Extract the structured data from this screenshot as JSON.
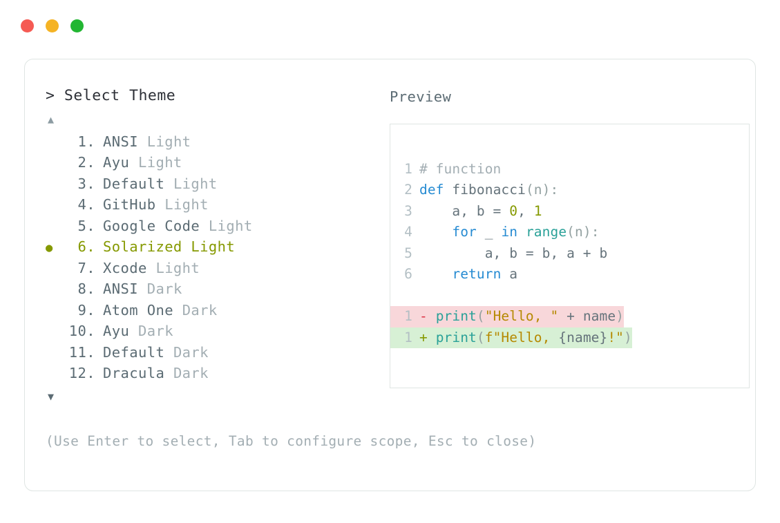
{
  "window": {
    "dots": [
      {
        "name": "close",
        "color": "#f55a53"
      },
      {
        "name": "minimize",
        "color": "#f5b324"
      },
      {
        "name": "maximize",
        "color": "#22b632"
      }
    ]
  },
  "selector": {
    "prompt": "> Select Theme",
    "scroll_up_icon": "▲",
    "scroll_down_icon": "▼",
    "selected_index": 6,
    "selected_bullet": "●",
    "items": [
      {
        "number": "1.",
        "name": "ANSI",
        "variant": "Light",
        "selected": false,
        "bullet": ""
      },
      {
        "number": "2.",
        "name": "Ayu",
        "variant": "Light",
        "selected": false,
        "bullet": ""
      },
      {
        "number": "3.",
        "name": "Default",
        "variant": "Light",
        "selected": false,
        "bullet": ""
      },
      {
        "number": "4.",
        "name": "GitHub",
        "variant": "Light",
        "selected": false,
        "bullet": ""
      },
      {
        "number": "5.",
        "name": "Google Code",
        "variant": "Light",
        "selected": false,
        "bullet": ""
      },
      {
        "number": "6.",
        "name": "Solarized",
        "variant": "Light",
        "selected": true,
        "bullet": "●"
      },
      {
        "number": "7.",
        "name": "Xcode",
        "variant": "Light",
        "selected": false,
        "bullet": ""
      },
      {
        "number": "8.",
        "name": "ANSI",
        "variant": "Dark",
        "selected": false,
        "bullet": ""
      },
      {
        "number": "9.",
        "name": "Atom One",
        "variant": "Dark",
        "selected": false,
        "bullet": ""
      },
      {
        "number": "10.",
        "name": "Ayu",
        "variant": "Dark",
        "selected": false,
        "bullet": ""
      },
      {
        "number": "11.",
        "name": "Default",
        "variant": "Dark",
        "selected": false,
        "bullet": ""
      },
      {
        "number": "12.",
        "name": "Dracula",
        "variant": "Dark",
        "selected": false,
        "bullet": ""
      }
    ]
  },
  "preview": {
    "label": "Preview",
    "code_lines": [
      {
        "lineno": "1",
        "tokens": [
          {
            "text": "# function",
            "type": "comment"
          }
        ]
      },
      {
        "lineno": "2",
        "tokens": [
          {
            "text": "def",
            "type": "keyword"
          },
          {
            "text": " fibonacci",
            "type": "plain"
          },
          {
            "text": "(n):",
            "type": "punct"
          }
        ]
      },
      {
        "lineno": "3",
        "tokens": [
          {
            "text": "    a, b = ",
            "type": "plain"
          },
          {
            "text": "0",
            "type": "num"
          },
          {
            "text": ", ",
            "type": "plain"
          },
          {
            "text": "1",
            "type": "num"
          }
        ]
      },
      {
        "lineno": "4",
        "tokens": [
          {
            "text": "    ",
            "type": "plain"
          },
          {
            "text": "for",
            "type": "keyword"
          },
          {
            "text": " _ ",
            "type": "plain"
          },
          {
            "text": "in",
            "type": "keyword"
          },
          {
            "text": " ",
            "type": "plain"
          },
          {
            "text": "range",
            "type": "func"
          },
          {
            "text": "(n):",
            "type": "punct"
          }
        ]
      },
      {
        "lineno": "5",
        "tokens": [
          {
            "text": "        a, b = b, a + b",
            "type": "plain"
          }
        ]
      },
      {
        "lineno": "6",
        "tokens": [
          {
            "text": "    ",
            "type": "plain"
          },
          {
            "text": "return",
            "type": "keyword"
          },
          {
            "text": " a",
            "type": "plain"
          }
        ]
      }
    ],
    "diff_lines": [
      {
        "kind": "removed",
        "lineno": "1",
        "marker": "-",
        "tokens": [
          {
            "text": " ",
            "type": "plain"
          },
          {
            "text": "print",
            "type": "func"
          },
          {
            "text": "(",
            "type": "punct"
          },
          {
            "text": "\"Hello, \"",
            "type": "string"
          },
          {
            "text": " + name",
            "type": "plain"
          },
          {
            "text": ")",
            "type": "punct"
          }
        ]
      },
      {
        "kind": "added",
        "lineno": "1",
        "marker": "+",
        "tokens": [
          {
            "text": " ",
            "type": "plain"
          },
          {
            "text": "print",
            "type": "func"
          },
          {
            "text": "(",
            "type": "punct"
          },
          {
            "text": "f\"Hello, ",
            "type": "string"
          },
          {
            "text": "{name}",
            "type": "plain"
          },
          {
            "text": "!\"",
            "type": "string"
          },
          {
            "text": ")",
            "type": "punct"
          }
        ]
      }
    ]
  },
  "footer": {
    "hint": "(Use Enter to select, Tab to configure scope, Esc to close)"
  }
}
